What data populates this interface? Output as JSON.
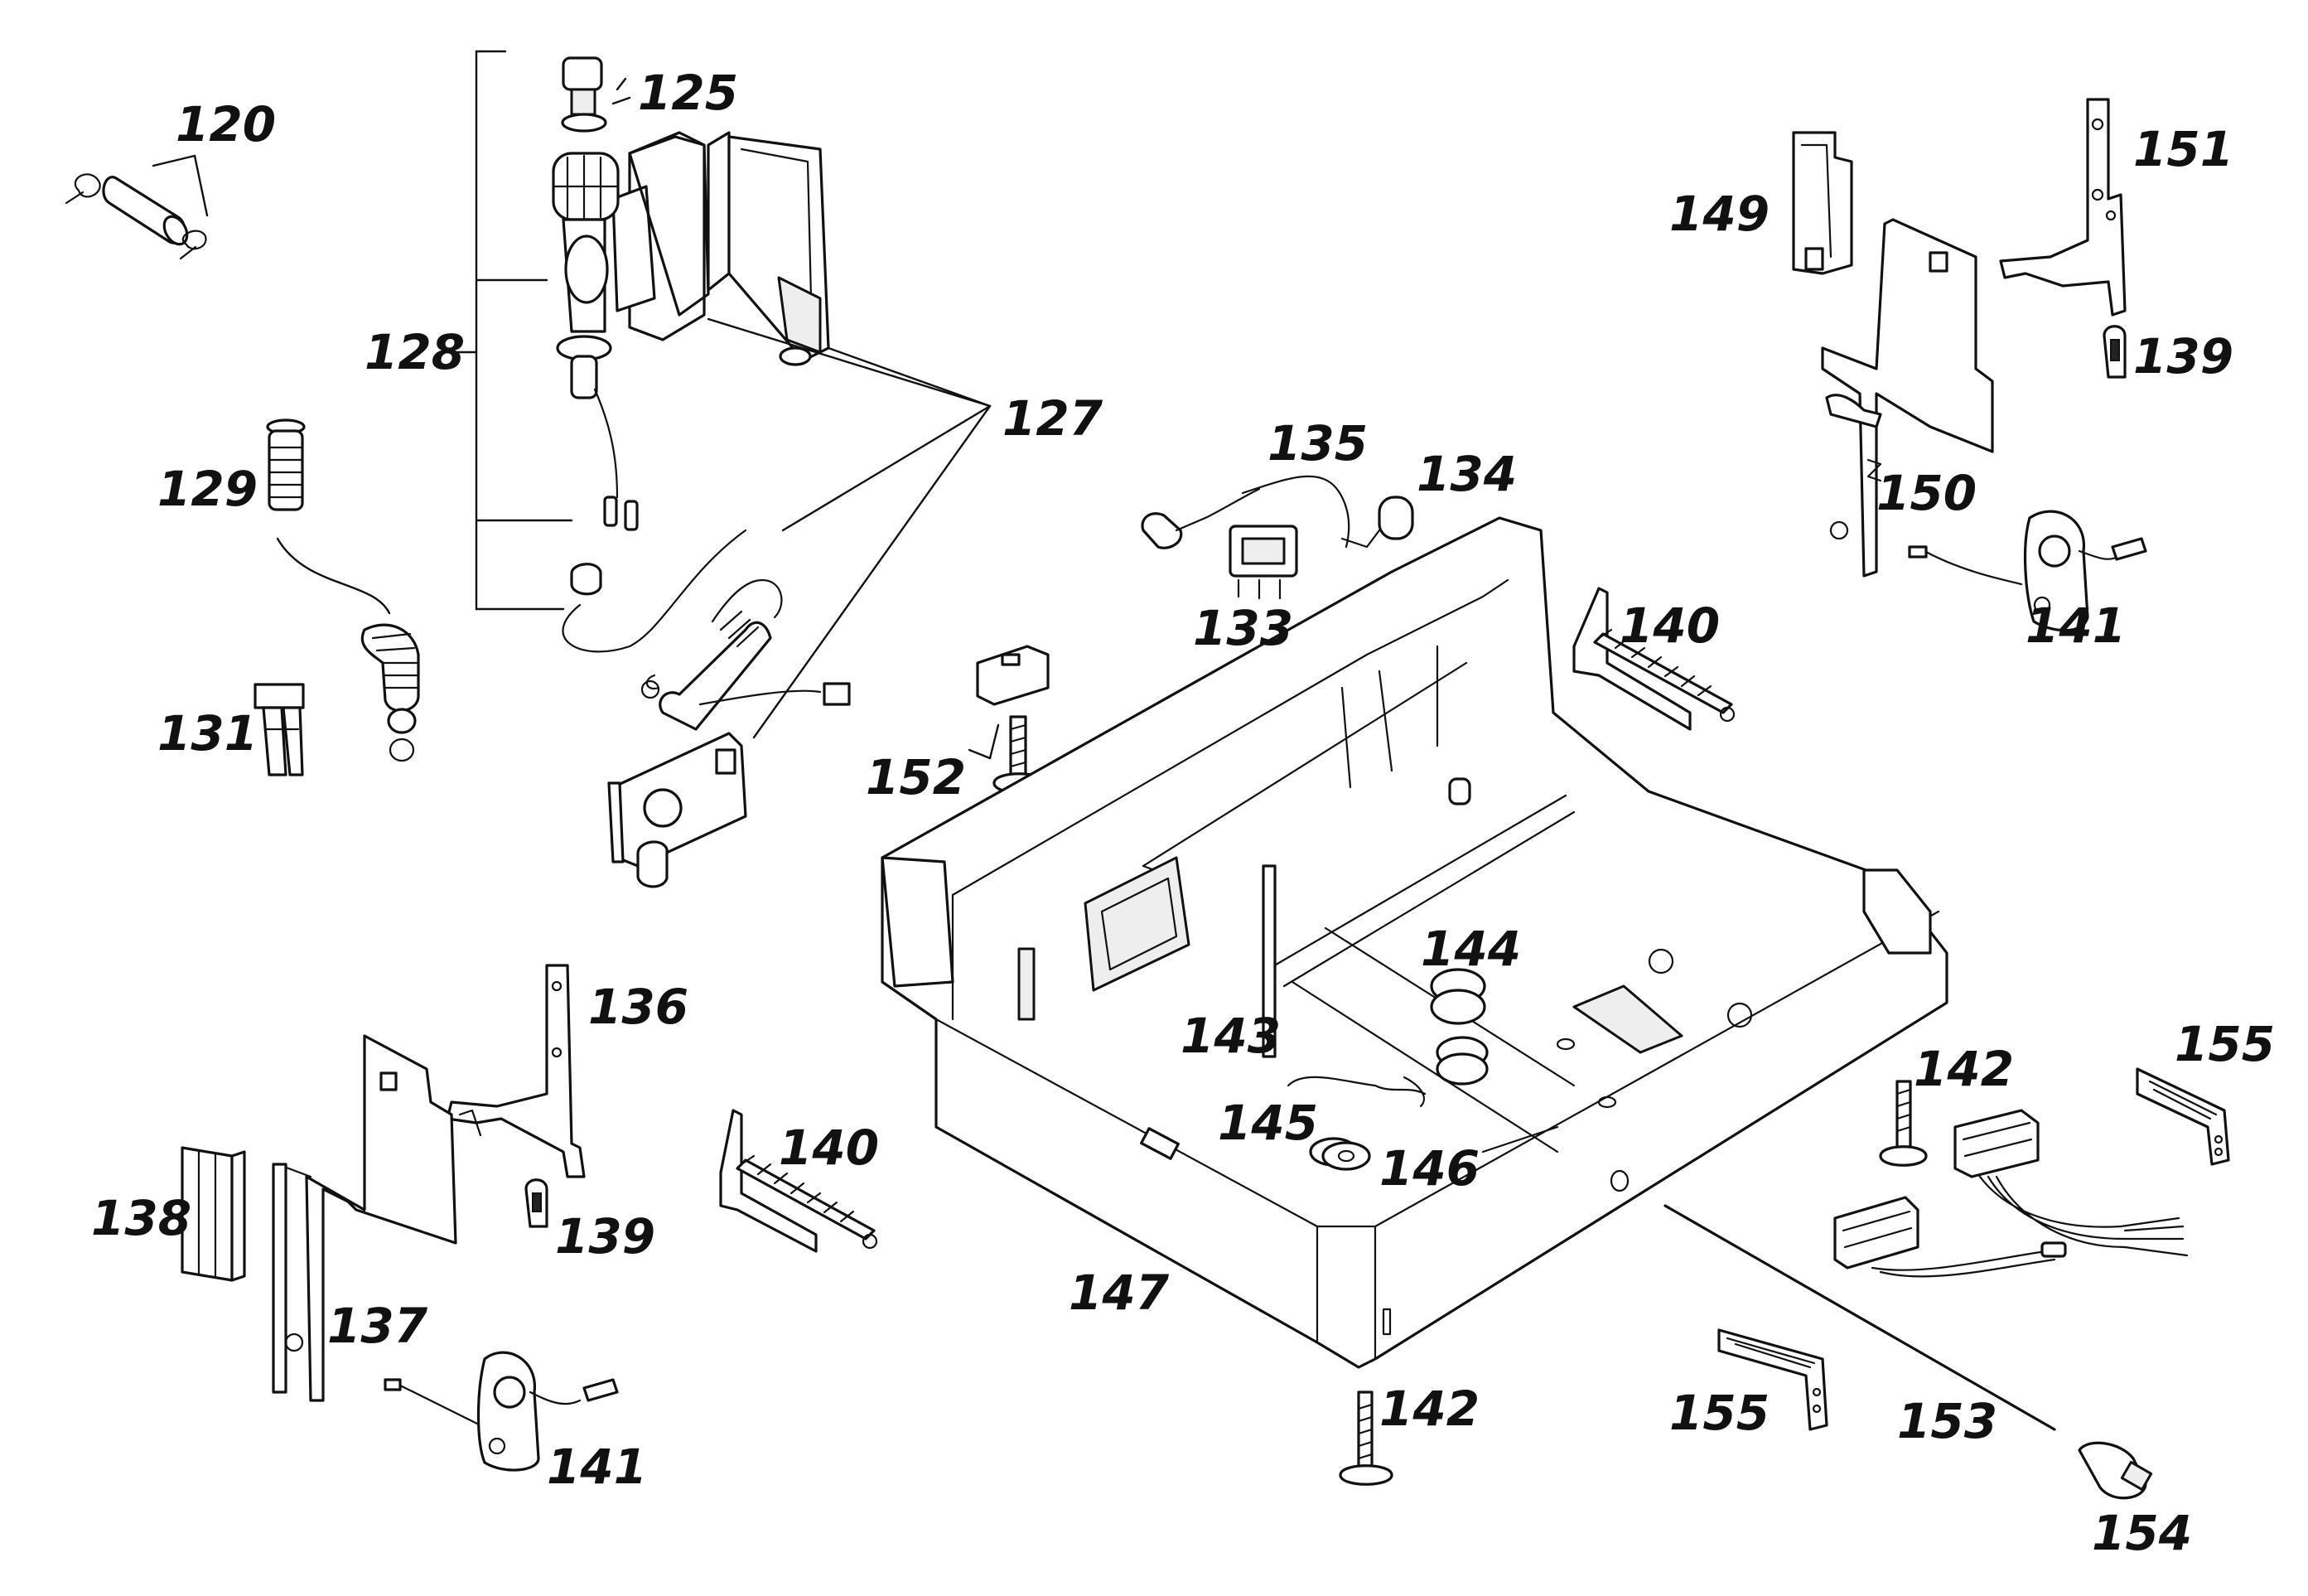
{
  "labels": {
    "l120": "120",
    "l125": "125",
    "l127": "127",
    "l128": "128",
    "l129": "129",
    "l131": "131",
    "l133": "133",
    "l134": "134",
    "l135": "135",
    "l136": "136",
    "l137": "137",
    "l138": "138",
    "l139a": "139",
    "l139b": "139",
    "l140a": "140",
    "l140b": "140",
    "l141a": "141",
    "l141b": "141",
    "l142a": "142",
    "l142b": "142",
    "l143": "143",
    "l144": "144",
    "l145": "145",
    "l146": "146",
    "l147": "147",
    "l149": "149",
    "l150": "150",
    "l151": "151",
    "l152": "152",
    "l153": "153",
    "l154": "154",
    "l155a": "155",
    "l155b": "155"
  }
}
